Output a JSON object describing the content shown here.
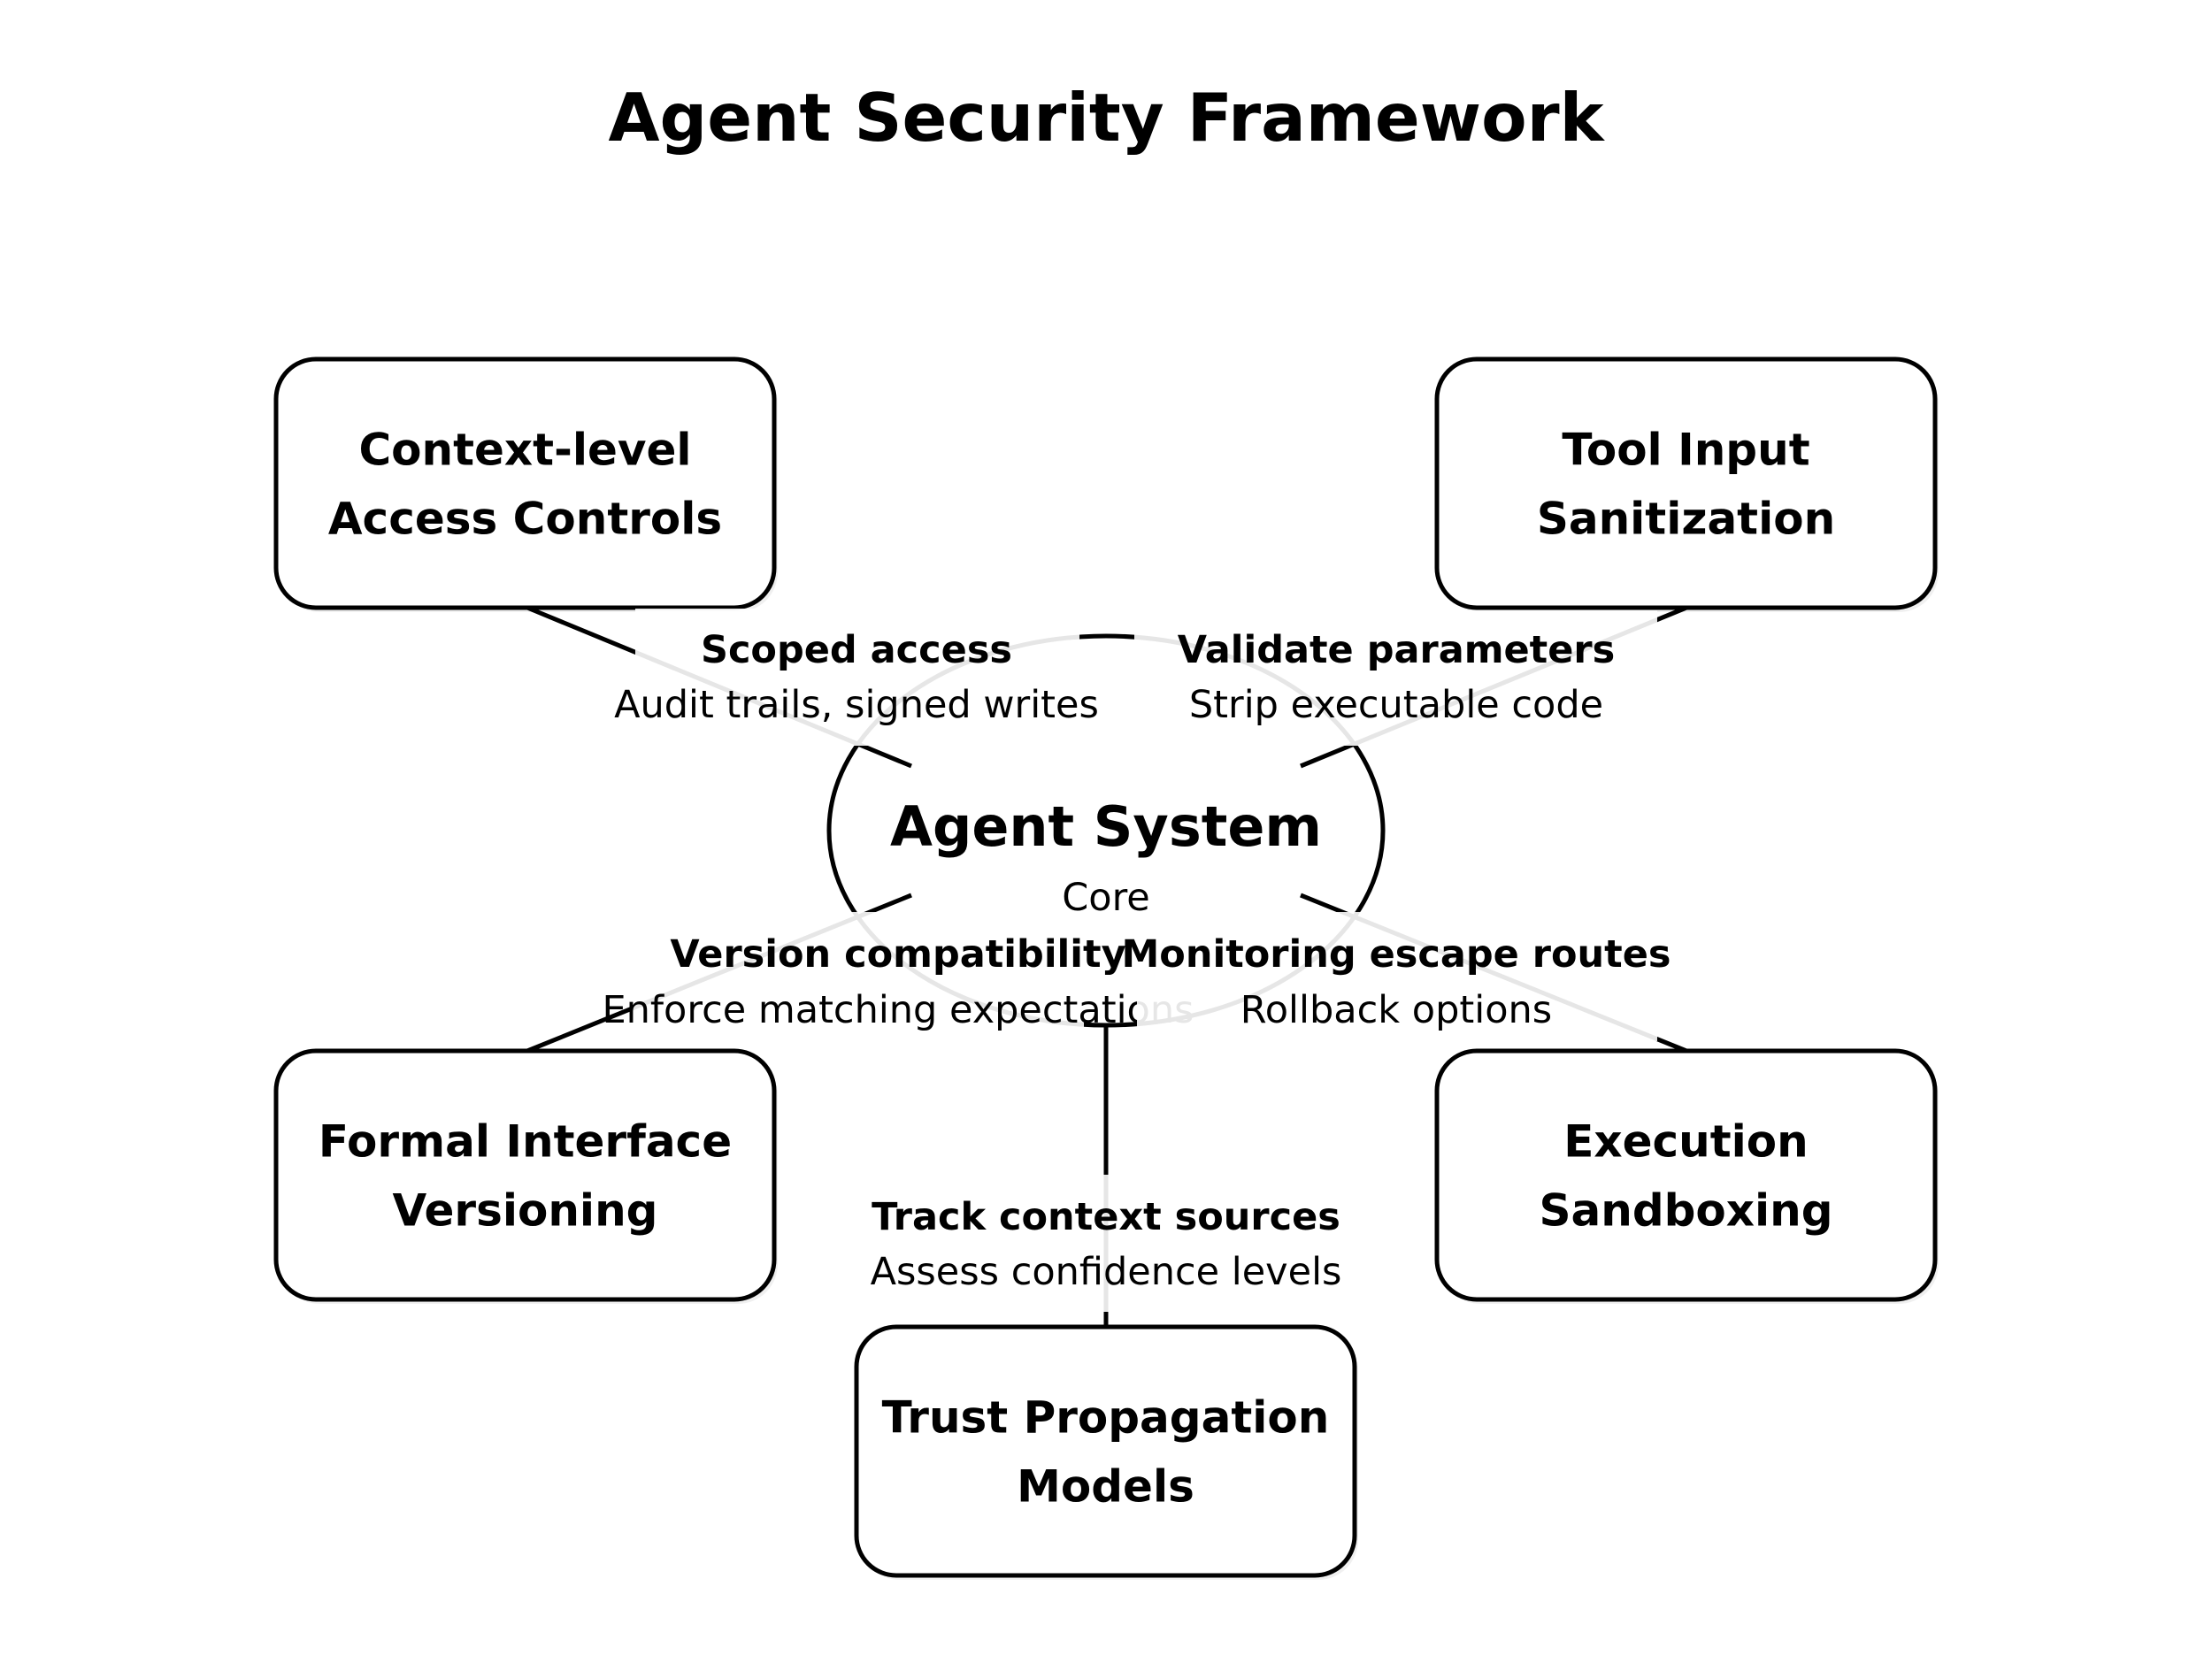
{
  "title": "Agent Security Framework",
  "colors": {
    "background": "#ffffff",
    "stroke": "#000000",
    "text": "#000000",
    "label_background": "#ffffff"
  },
  "center": {
    "title": "Agent System",
    "subtitle": "Core"
  },
  "components": [
    {
      "id": "context-access",
      "lines": [
        "Context-level",
        "Access Controls"
      ]
    },
    {
      "id": "tool-input",
      "lines": [
        "Tool Input",
        "Sanitization"
      ]
    },
    {
      "id": "interface-versioning",
      "lines": [
        "Formal Interface",
        "Versioning"
      ]
    },
    {
      "id": "execution-sandboxing",
      "lines": [
        "Execution",
        "Sandboxing"
      ]
    },
    {
      "id": "trust-propagation",
      "lines": [
        "Trust Propagation",
        "Models"
      ]
    }
  ],
  "connections": [
    {
      "component": "context-access",
      "label": "Scoped access",
      "detail": "Audit trails, signed writes"
    },
    {
      "component": "tool-input",
      "label": "Validate parameters",
      "detail": "Strip executable code"
    },
    {
      "component": "interface-versioning",
      "label": "Version compatibility",
      "detail": "Enforce matching expectations"
    },
    {
      "component": "execution-sandboxing",
      "label": "Monitoring escape routes",
      "detail": "Rollback options"
    },
    {
      "component": "trust-propagation",
      "label": "Track context sources",
      "detail": "Assess confidence levels"
    }
  ]
}
